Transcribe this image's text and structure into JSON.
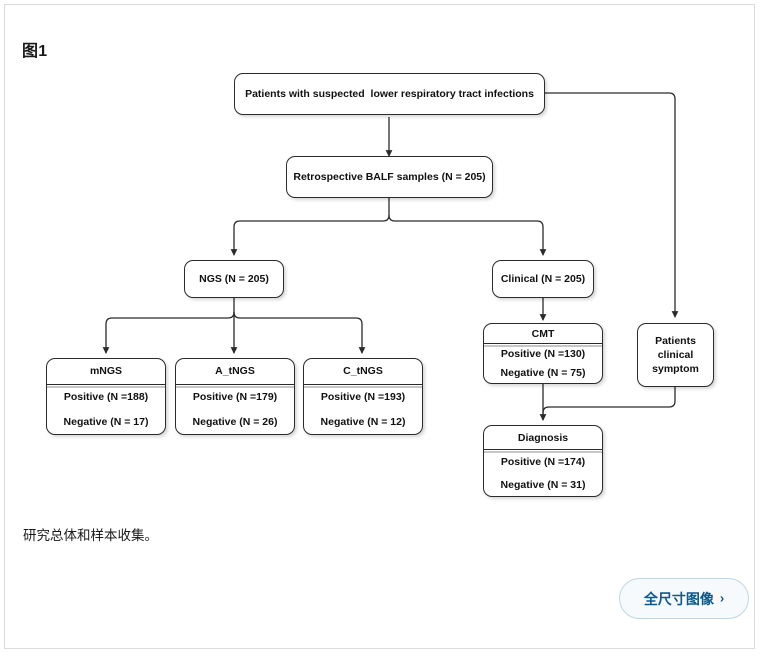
{
  "card": {
    "figure_label": "图1",
    "caption": "研究总体和样本收集。",
    "full_size_button": {
      "label": "全尺寸图像",
      "chevron": "›"
    },
    "accent_color": "#0a5a8e",
    "border_color": "#dcdcdc"
  },
  "flowchart": {
    "nodes": {
      "suspected": {
        "label": "Patients with suspected  lower respiratory tract infections"
      },
      "balf": {
        "label": "Retrospective BALF samples (N = 205)"
      },
      "ngs": {
        "label": "NGS (N = 205)"
      },
      "clinical": {
        "label": "Clinical (N = 205)"
      },
      "mngs": {
        "title": "mNGS",
        "positive": "Positive (N =188)",
        "negative": "Negative (N = 17)"
      },
      "atngs": {
        "title": "A_tNGS",
        "positive": "Positive (N =179)",
        "negative": "Negative (N = 26)"
      },
      "ctngs": {
        "title": "C_tNGS",
        "positive": "Positive (N =193)",
        "negative": "Negative (N = 12)"
      },
      "cmt": {
        "title": "CMT",
        "positive": "Positive (N =130)",
        "negative": "Negative (N = 75)"
      },
      "diagnosis": {
        "title": "Diagnosis",
        "positive": "Positive (N =174)",
        "negative": "Negative (N = 31)"
      },
      "symptom": {
        "label": "Patients\nclinical\nsymptom"
      }
    },
    "line_color": "#2b2b2b"
  }
}
